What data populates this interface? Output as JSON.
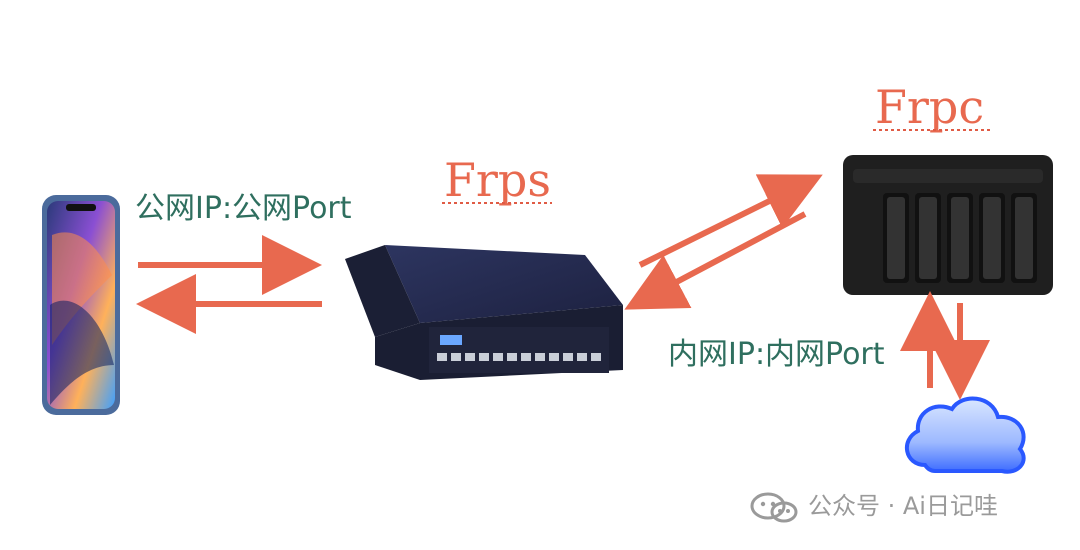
{
  "labels": {
    "frps": "Frps",
    "frpc": "Frpc",
    "public": "公网IP:公网Port",
    "private": "内网IP:内网Port"
  },
  "watermark": {
    "text": "公众号 · Ai日记哇"
  },
  "colors": {
    "arrow": "#e8694f",
    "label_green": "#2f6f5f",
    "title_orange": "#e8694f",
    "dotted_underline": "#e05b45"
  },
  "icons": {
    "phone": "smartphone-icon",
    "server": "server-icon",
    "nas": "nas-icon",
    "cloud": "cloud-icon",
    "wechat": "wechat-icon"
  }
}
